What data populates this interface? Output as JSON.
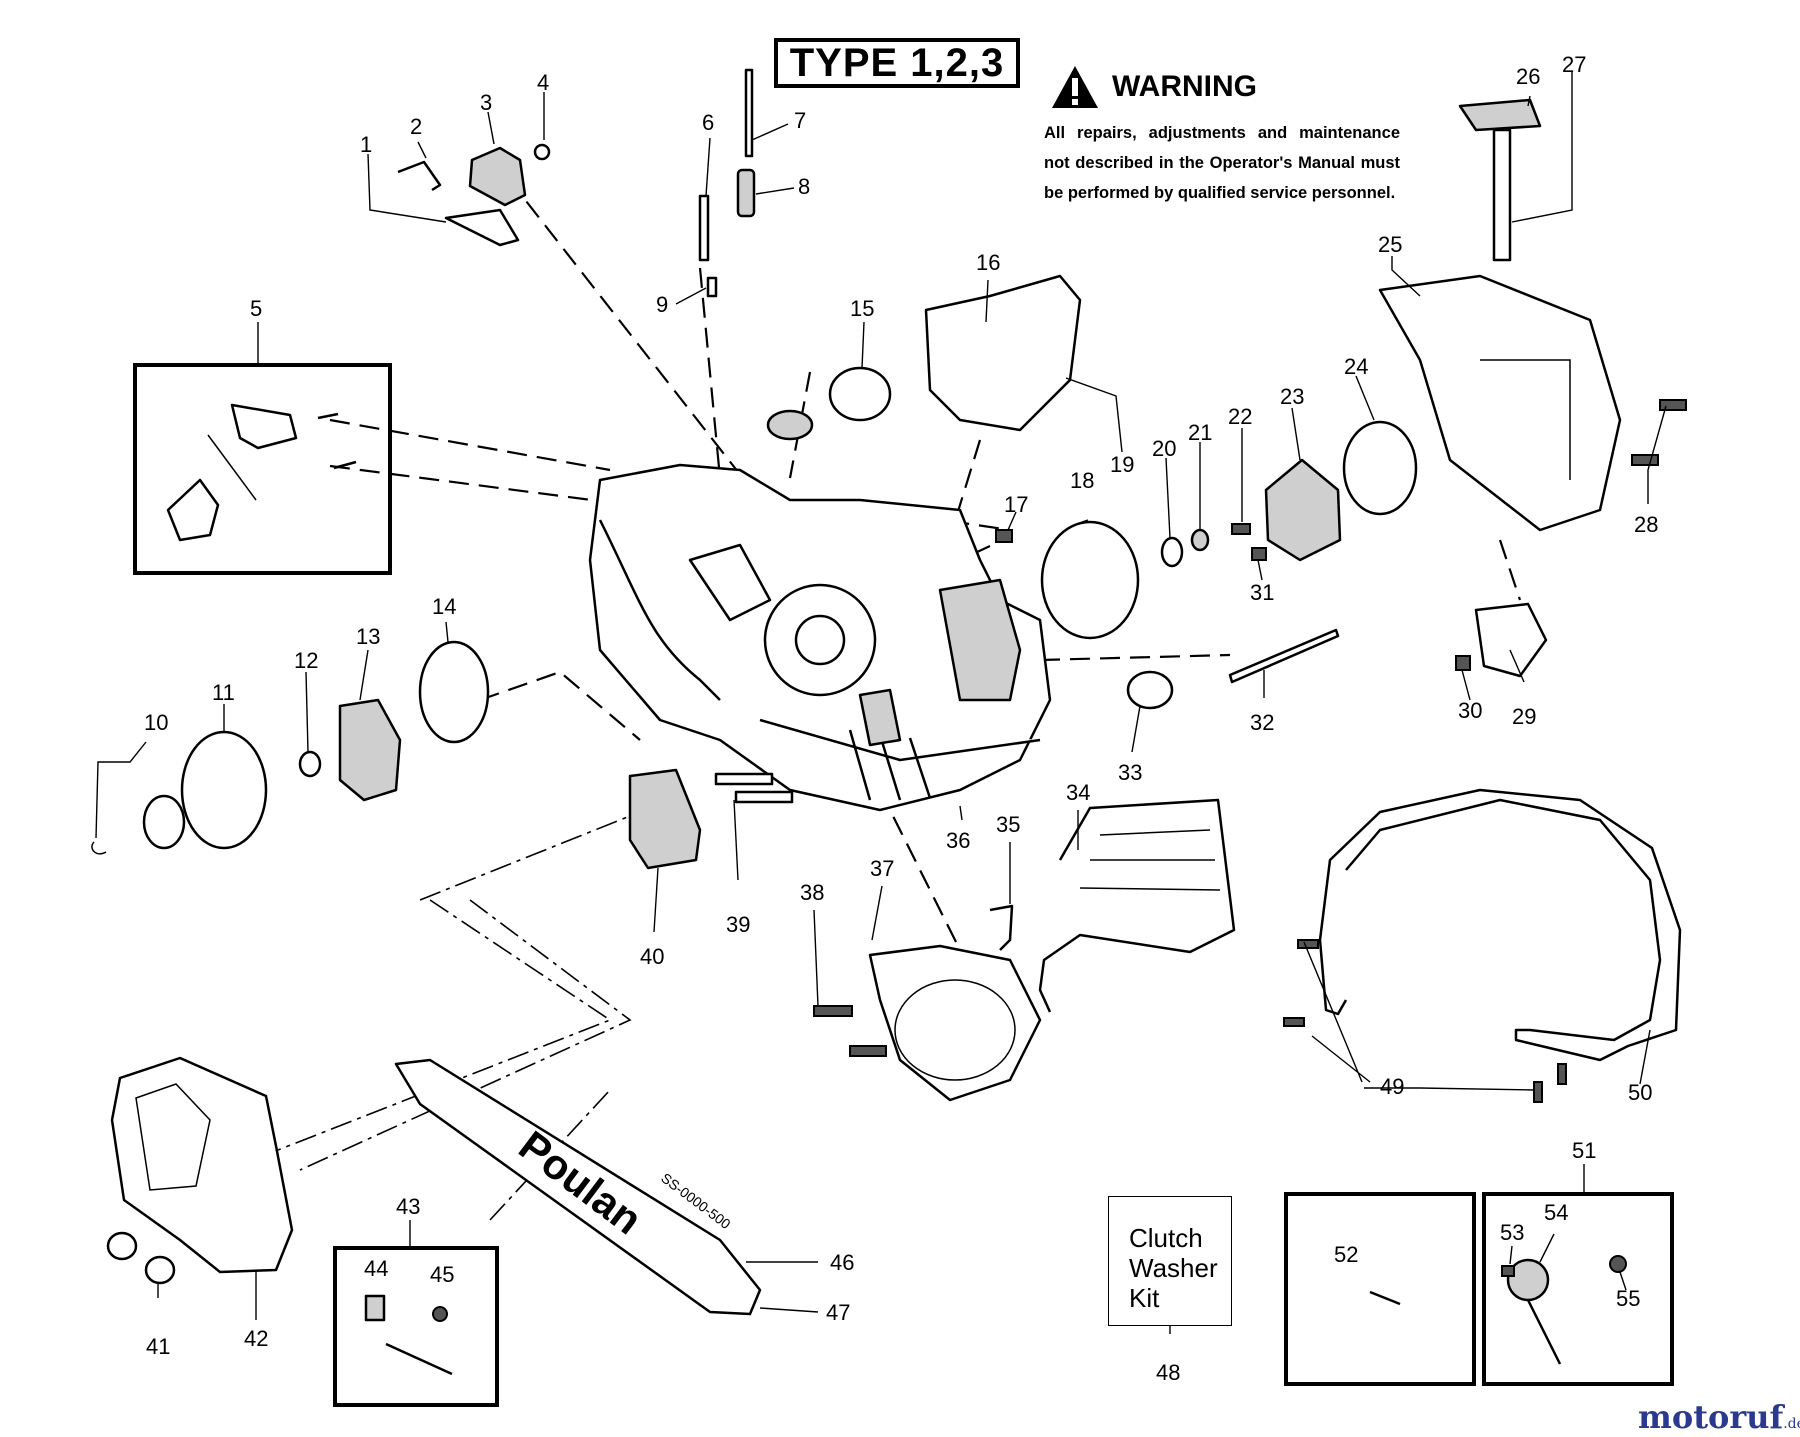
{
  "header": {
    "type_label": "TYPE 1,2,3"
  },
  "warning": {
    "title": "WARNING",
    "text": "All repairs, adjustments and maintenance not described in the Operator's Manual must be performed by qualified  service personnel."
  },
  "kit": {
    "lines": [
      "Clutch",
      "Washer",
      "Kit"
    ]
  },
  "bar_logo": "Poulan",
  "bar_marking": "SS-0000-500",
  "watermark": {
    "name": "motoruf",
    "tld": ".de"
  },
  "callouts": [
    "1",
    "2",
    "3",
    "4",
    "5",
    "6",
    "7",
    "8",
    "9",
    "10",
    "11",
    "12",
    "13",
    "14",
    "15",
    "16",
    "17",
    "18",
    "19",
    "20",
    "21",
    "22",
    "23",
    "24",
    "25",
    "26",
    "27",
    "28",
    "29",
    "30",
    "31",
    "32",
    "33",
    "34",
    "35",
    "36",
    "37",
    "38",
    "39",
    "40",
    "41",
    "42",
    "43",
    "44",
    "45",
    "46",
    "47",
    "48",
    "49",
    "50",
    "51",
    "52",
    "53",
    "54",
    "55"
  ]
}
